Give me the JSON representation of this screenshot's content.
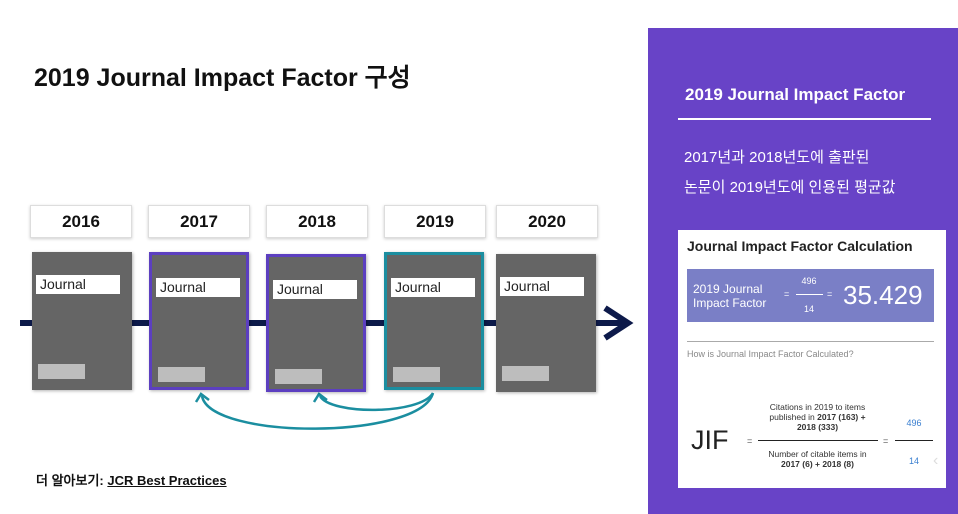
{
  "title": "2019 Journal Impact Factor 구성",
  "timeline": [
    {
      "year": "2016",
      "label": "Journal",
      "highlight": "none"
    },
    {
      "year": "2017",
      "label": "Journal",
      "highlight": "purple"
    },
    {
      "year": "2018",
      "label": "Journal",
      "highlight": "purple"
    },
    {
      "year": "2019",
      "label": "Journal",
      "highlight": "teal"
    },
    {
      "year": "2020",
      "label": "Journal",
      "highlight": "none"
    }
  ],
  "more": {
    "prefix": "더 알아보기: ",
    "link": "JCR Best Practices"
  },
  "panel": {
    "title": "2019 Journal Impact Factor",
    "desc_line1": "2017년과 2018년도에 출판된",
    "desc_line2": "논문이 2019년도에 인용된 평균값",
    "calc": {
      "title": "Journal Impact Factor Calculation",
      "box_label_1": "2019 Journal",
      "box_label_2": "Impact Factor",
      "eq": "=",
      "numerator": "496",
      "denominator": "14",
      "result": "35.429",
      "how": "How is Journal Impact Factor Calculated?",
      "jif": "JIF",
      "num_text_1": "Citations in 2019 to items",
      "num_text_2": "published in ",
      "num_text_2b": "2017 (163) +",
      "num_text_3": "2018 (333)",
      "den_text_1": "Number of citable items in",
      "den_text_2": "2017 (6) + 2018 (8)",
      "num_value": "496",
      "den_value": "14"
    }
  },
  "colors": {
    "purple": "#6843c7",
    "teal": "#1b8ea0",
    "navy": "#0d1a4a"
  }
}
